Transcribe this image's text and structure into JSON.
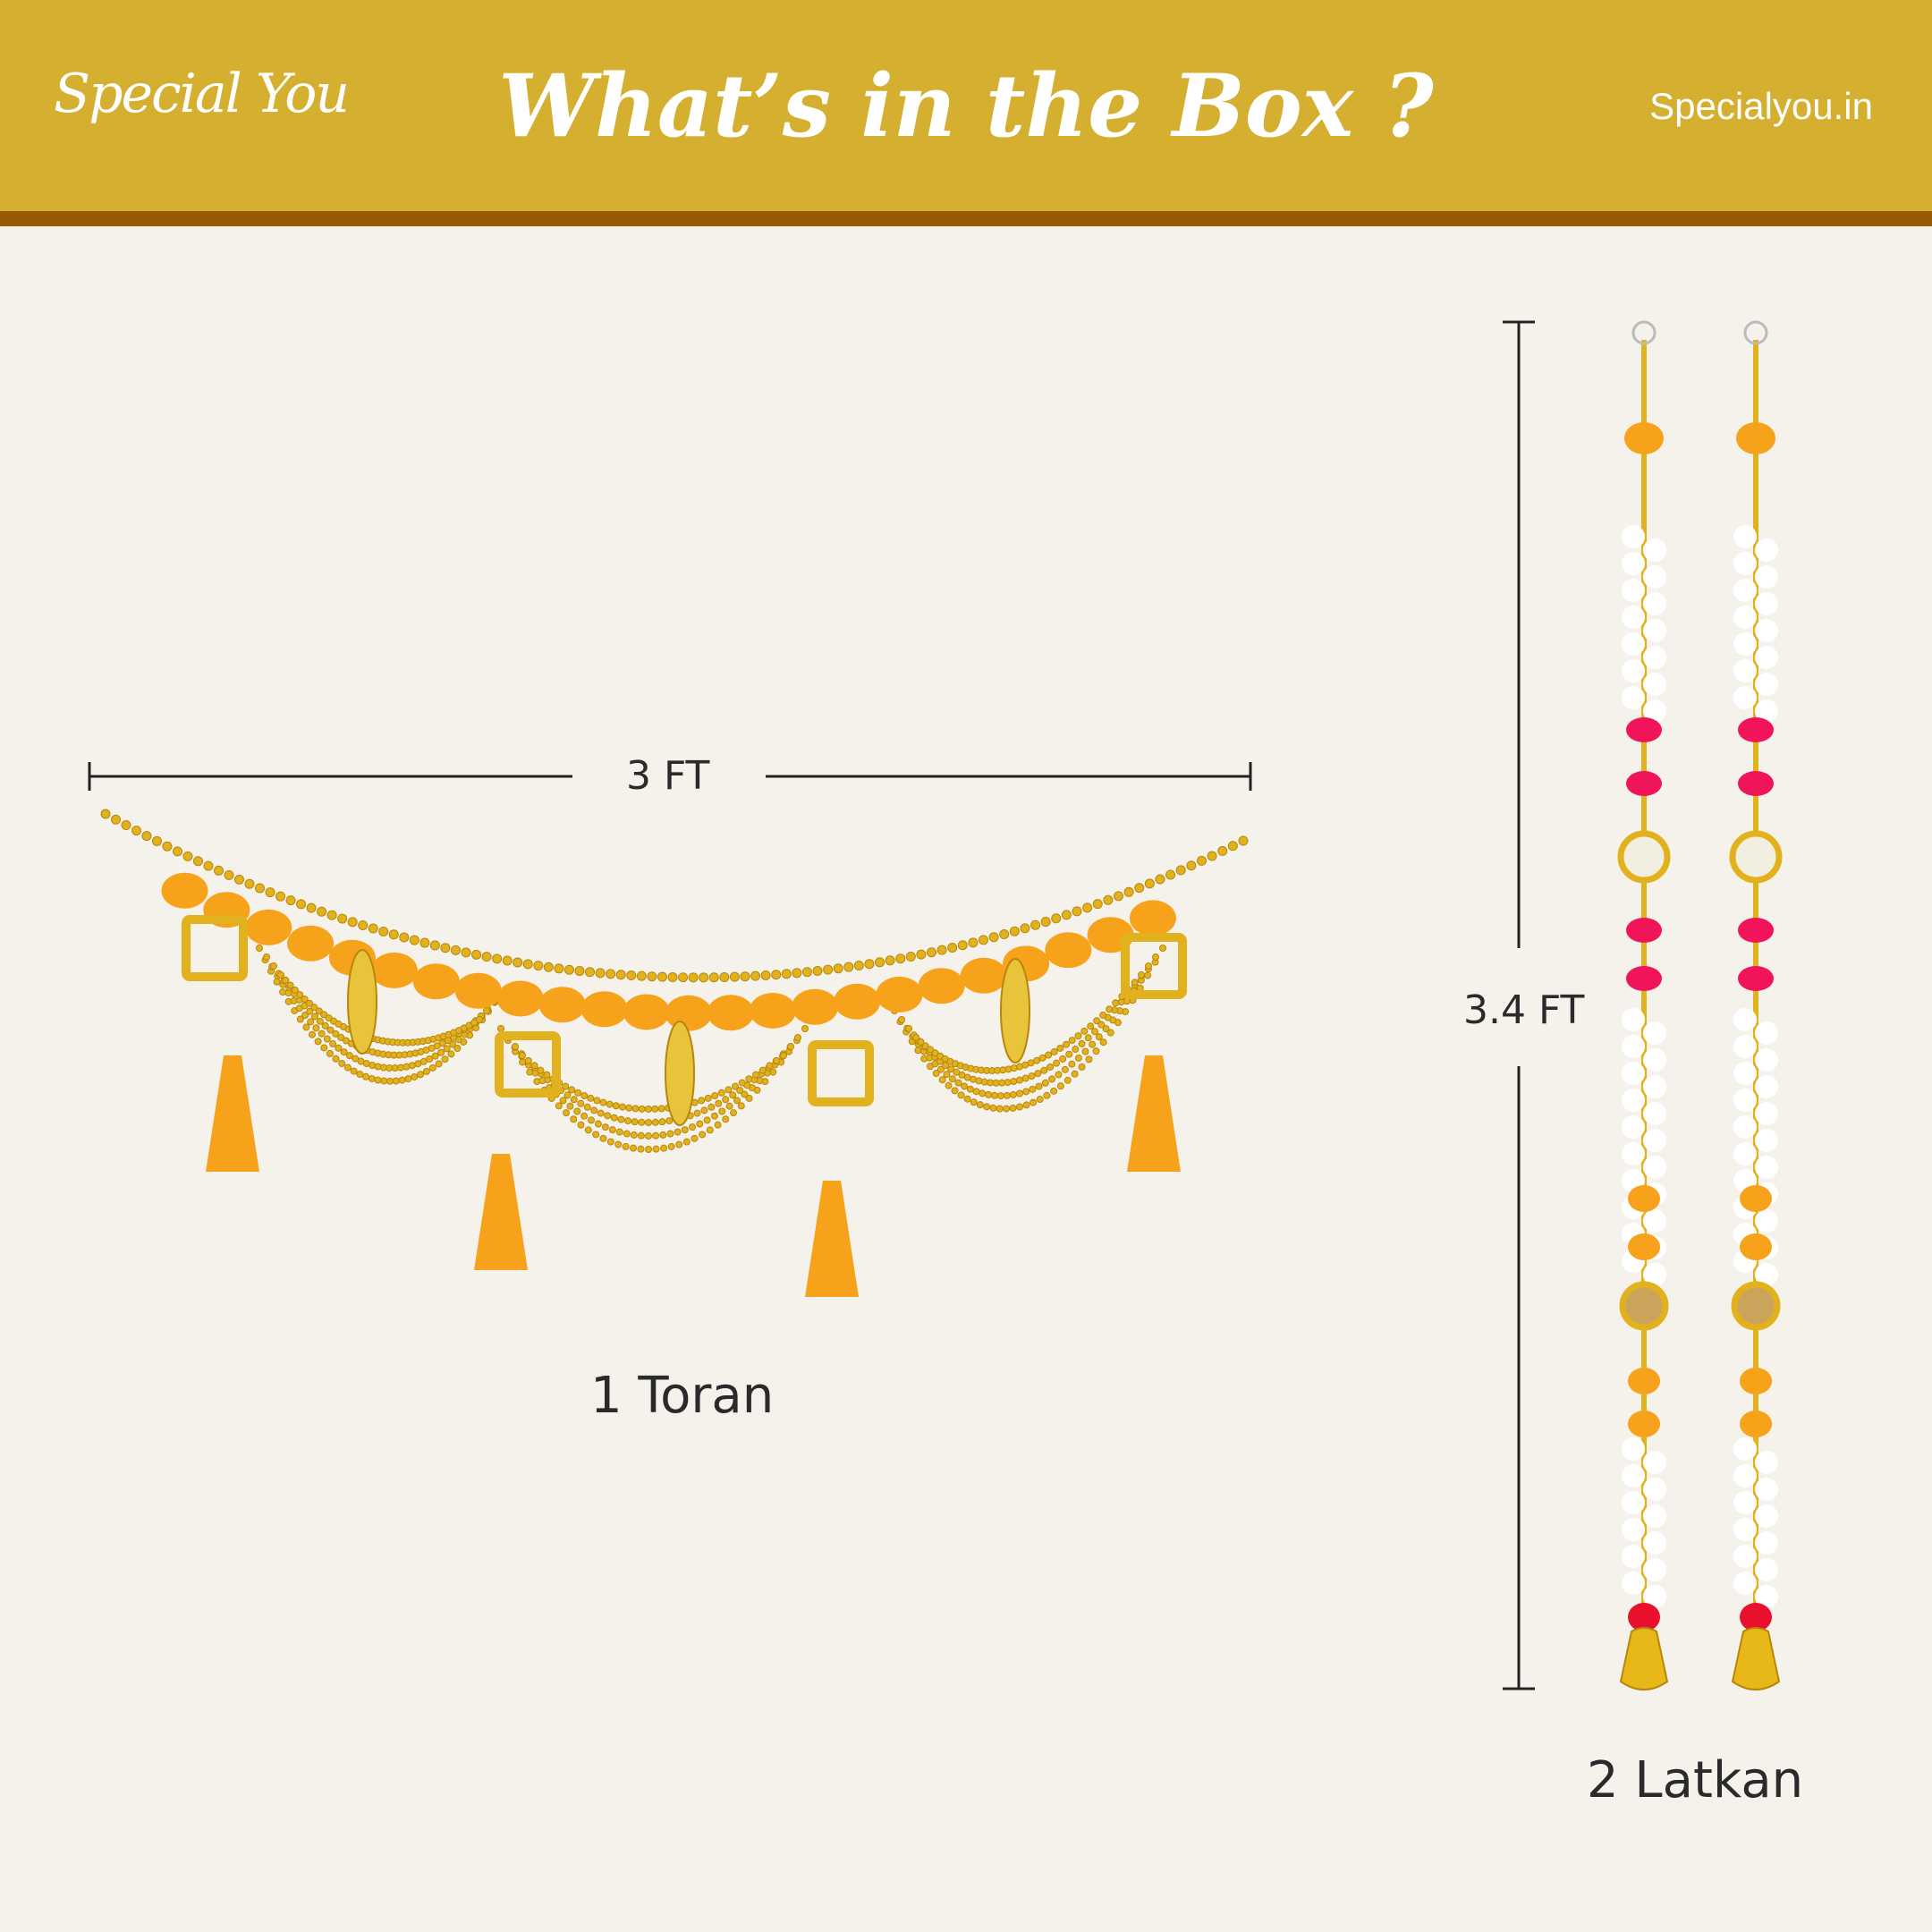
{
  "header": {
    "logo": "Special You",
    "title": "What’s in the Box ?",
    "website": "Specialyou.in"
  },
  "toran": {
    "width_label": "3 FT",
    "caption": "1 Toran"
  },
  "latkan": {
    "height_label": "3.4 FT",
    "caption": "2 Latkan"
  },
  "colors": {
    "header": "#D4AF30",
    "band": "#985A05",
    "background": "#F5F2EB",
    "gold": "#E2B21E",
    "orange": "#F7A21B",
    "pink": "#F0145A"
  }
}
